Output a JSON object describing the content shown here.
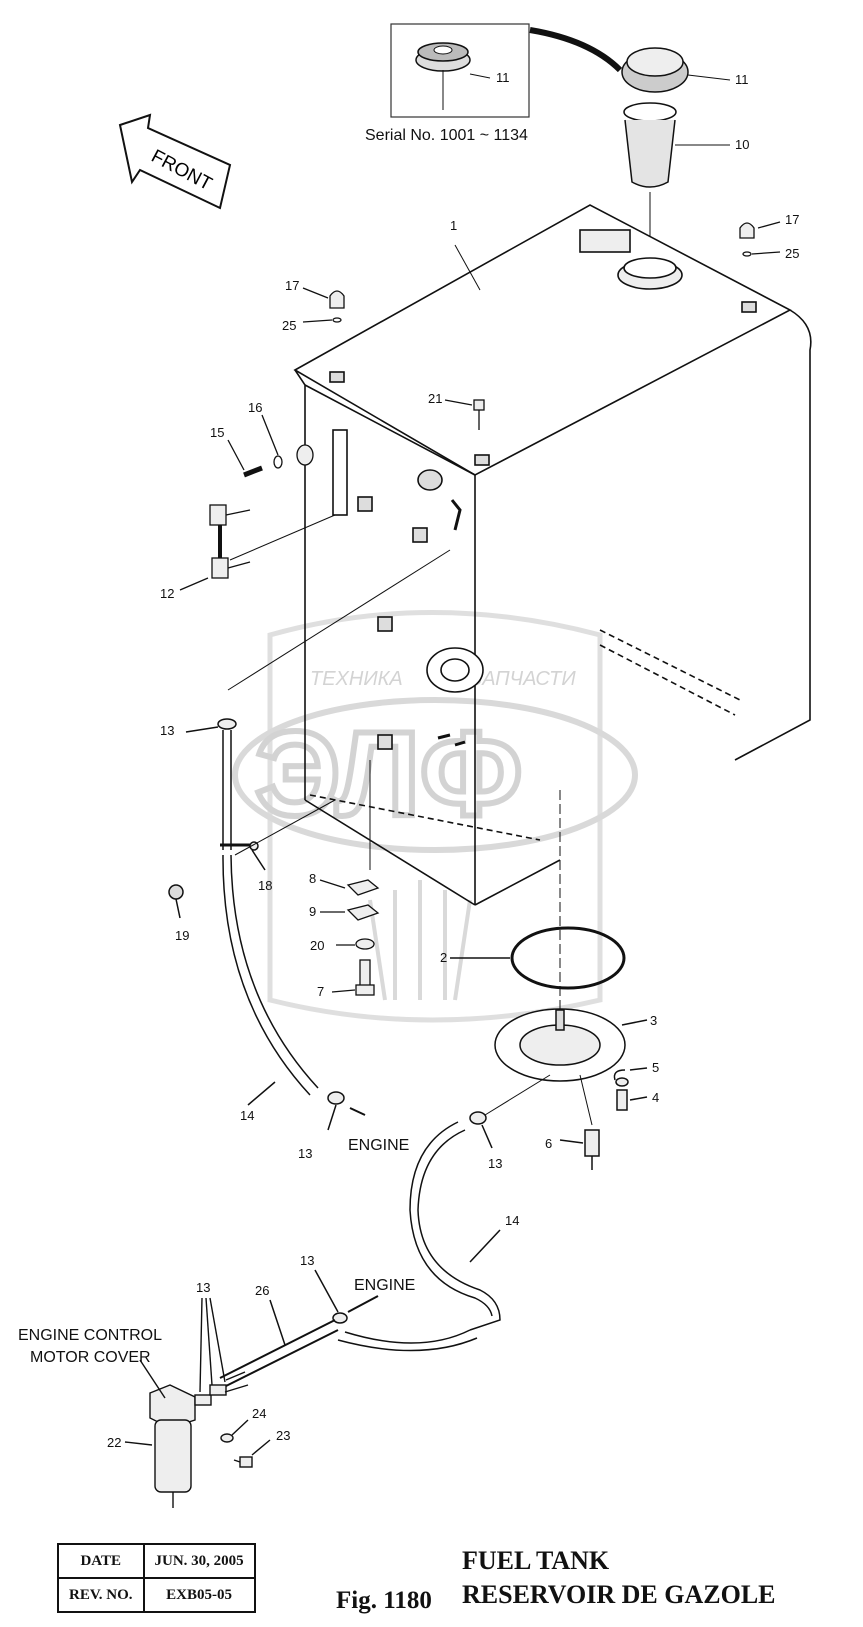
{
  "front_arrow": {
    "label": "FRONT"
  },
  "serial_note": "Serial No. 1001 ~ 1134",
  "notes": {
    "engine_1": "ENGINE",
    "engine_2": "ENGINE",
    "ecm_cover_line1": "ENGINE CONTROL",
    "ecm_cover_line2": "MOTOR COVER"
  },
  "callouts": {
    "c11_inset": "11",
    "c11": "11",
    "c10": "10",
    "c1": "1",
    "c17_right": "17",
    "c25_right": "25",
    "c17_left": "17",
    "c25_left": "25",
    "c21": "21",
    "c16": "16",
    "c15": "15",
    "c12": "12",
    "c13_a": "13",
    "c18": "18",
    "c19": "19",
    "c8": "8",
    "c9": "9",
    "c20": "20",
    "c2": "2",
    "c7": "7",
    "c3": "3",
    "c5": "5",
    "c4": "4",
    "c6": "6",
    "c14_a": "14",
    "c13_b": "13",
    "c13_c": "13",
    "c14_b": "14",
    "c13_d": "13",
    "c26": "26",
    "c13_e": "13",
    "c24": "24",
    "c23": "23",
    "c22": "22"
  },
  "watermark": {
    "line": "ТЕХНИКА",
    "line2": "ЗАПЧАСТИ",
    "big": "ЭЛФ"
  },
  "info_table": {
    "date_label": "DATE",
    "date_value": "JUN. 30, 2005",
    "rev_label": "REV. NO.",
    "rev_value": "EXB05-05"
  },
  "figure": {
    "number": "Fig. 1180",
    "title_en": "FUEL TANK",
    "title_fr": "RESERVOIR DE GAZOLE"
  }
}
